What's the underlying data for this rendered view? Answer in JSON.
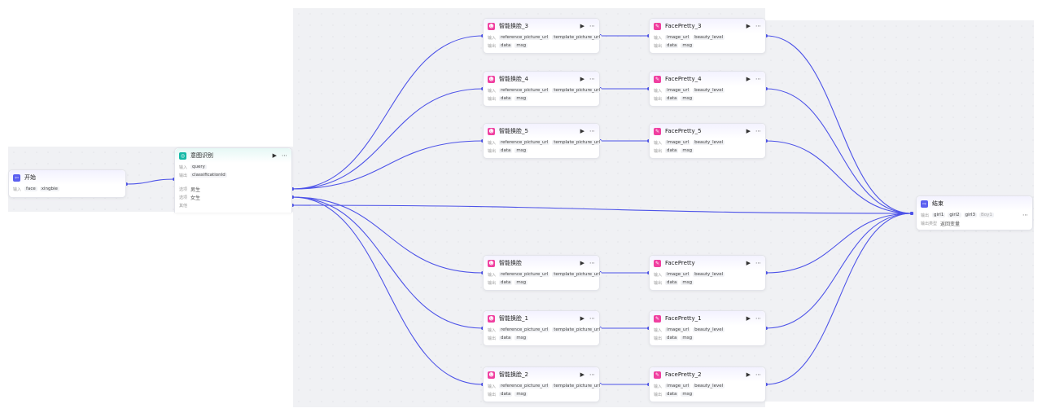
{
  "start": {
    "title": "开始",
    "input_label": "输入",
    "inputs": [
      "face",
      "xingbie"
    ]
  },
  "intent": {
    "title": "意图识别",
    "input_label": "输入",
    "input": "query",
    "output_label": "输出",
    "output": "classificationId",
    "options": [
      {
        "label": "选项",
        "value": "男生"
      },
      {
        "label": "选项",
        "value": "女生"
      },
      {
        "label": "其他",
        "value": ""
      }
    ]
  },
  "swap_nodes": [
    {
      "title": "智能换脸_3"
    },
    {
      "title": "智能换脸_4"
    },
    {
      "title": "智能换脸_5"
    },
    {
      "title": "智能换脸"
    },
    {
      "title": "智能换脸_1"
    },
    {
      "title": "智能换脸_2"
    }
  ],
  "swap_io": {
    "input_label": "输入",
    "inputs": [
      "reference_picture_url",
      "template_picture_url"
    ],
    "output_label": "输出",
    "outputs": [
      "data",
      "msg"
    ]
  },
  "pretty_nodes": [
    {
      "title": "FacePretty_3"
    },
    {
      "title": "FacePretty_4"
    },
    {
      "title": "FacePretty_5"
    },
    {
      "title": "FacePretty"
    },
    {
      "title": "FacePretty_1"
    },
    {
      "title": "FacePretty_2"
    }
  ],
  "pretty_io": {
    "input_label": "输入",
    "inputs": [
      "image_url",
      "beauty_level"
    ],
    "output_label": "输出",
    "outputs": [
      "data",
      "msg"
    ]
  },
  "end": {
    "title": "结束",
    "output_label": "输出",
    "outputs": [
      "girl1",
      "girl2",
      "girl3",
      "Boy1"
    ],
    "type_label": "输出类型",
    "type_value": "返回变量"
  },
  "colors": {
    "edge": "#4d53e8",
    "swap_icon": "#f03fa0",
    "intent_icon": "#14b8a6",
    "start_icon": "#5b5ff0"
  }
}
